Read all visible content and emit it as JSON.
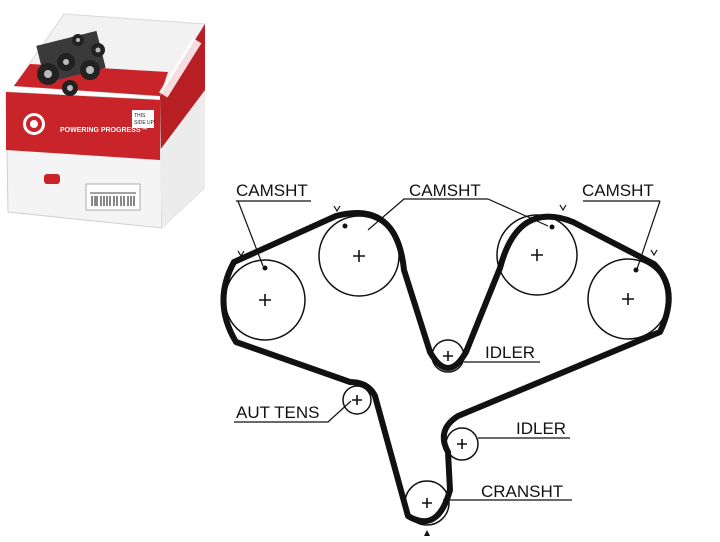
{
  "product_box": {
    "brand_mark": "Gates",
    "slogan": "POWERING PROGRESS™",
    "side_label_line1": "THIS",
    "side_label_line2": "SIDE UP!",
    "colors": {
      "red": "#c8242a",
      "dark": "#2a2a2a",
      "white": "#f4f4f4"
    }
  },
  "diagram": {
    "labels": {
      "camshaft_left": "CAMSHT",
      "camshaft_center": "CAMSHT",
      "camshaft_right": "CAMSHT",
      "idler_top": "IDLER",
      "auto_tensioner": "AUT TENS",
      "idler_bottom": "IDLER",
      "crankshaft": "CRANSHT"
    },
    "belt_color": "#111111",
    "line_color": "#111111"
  }
}
